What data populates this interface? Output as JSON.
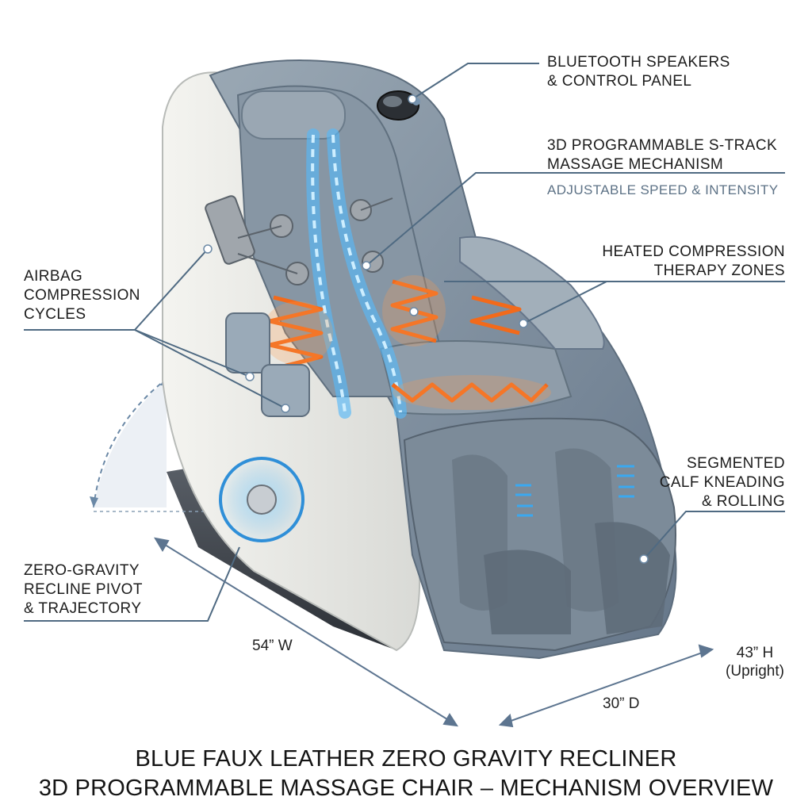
{
  "callouts": {
    "bluetooth": [
      "BLUETOOTH SPEAKERS",
      "& CONTROL PANEL"
    ],
    "strack": [
      "3D PROGRAMMABLE S-TRACK",
      "MASSAGE MECHANISM"
    ],
    "strack_sub": "ADJUSTABLE SPEED & INTENSITY",
    "heated": [
      "HEATED COMPRESSION",
      "THERAPY ZONES"
    ],
    "airbag": [
      "AIRBAG",
      "COMPRESSION",
      "CYCLES"
    ],
    "calf": [
      "SEGMENTED",
      "CALF KNEADING",
      "& ROLLING"
    ],
    "zero_gravity": [
      "ZERO-GRAVITY",
      "RECLINE PIVOT",
      "& TRAJECTORY"
    ]
  },
  "dimensions": {
    "width": "54” W",
    "height": "43” H",
    "height_note": "(Upright)",
    "depth": "30” D"
  },
  "title": {
    "line1": "BLUE FAUX LEATHER ZERO GRAVITY RECLINER",
    "line2": "3D PROGRAMMABLE MASSAGE CHAIR – MECHANISM OVERVIEW"
  },
  "colors": {
    "chair_blue": "#7f8f9d",
    "chair_white": "#e9e9e4",
    "heat_orange": "#f26a1b",
    "glow_blue": "#3aa8f0",
    "leader_line": "#4f6a82"
  }
}
